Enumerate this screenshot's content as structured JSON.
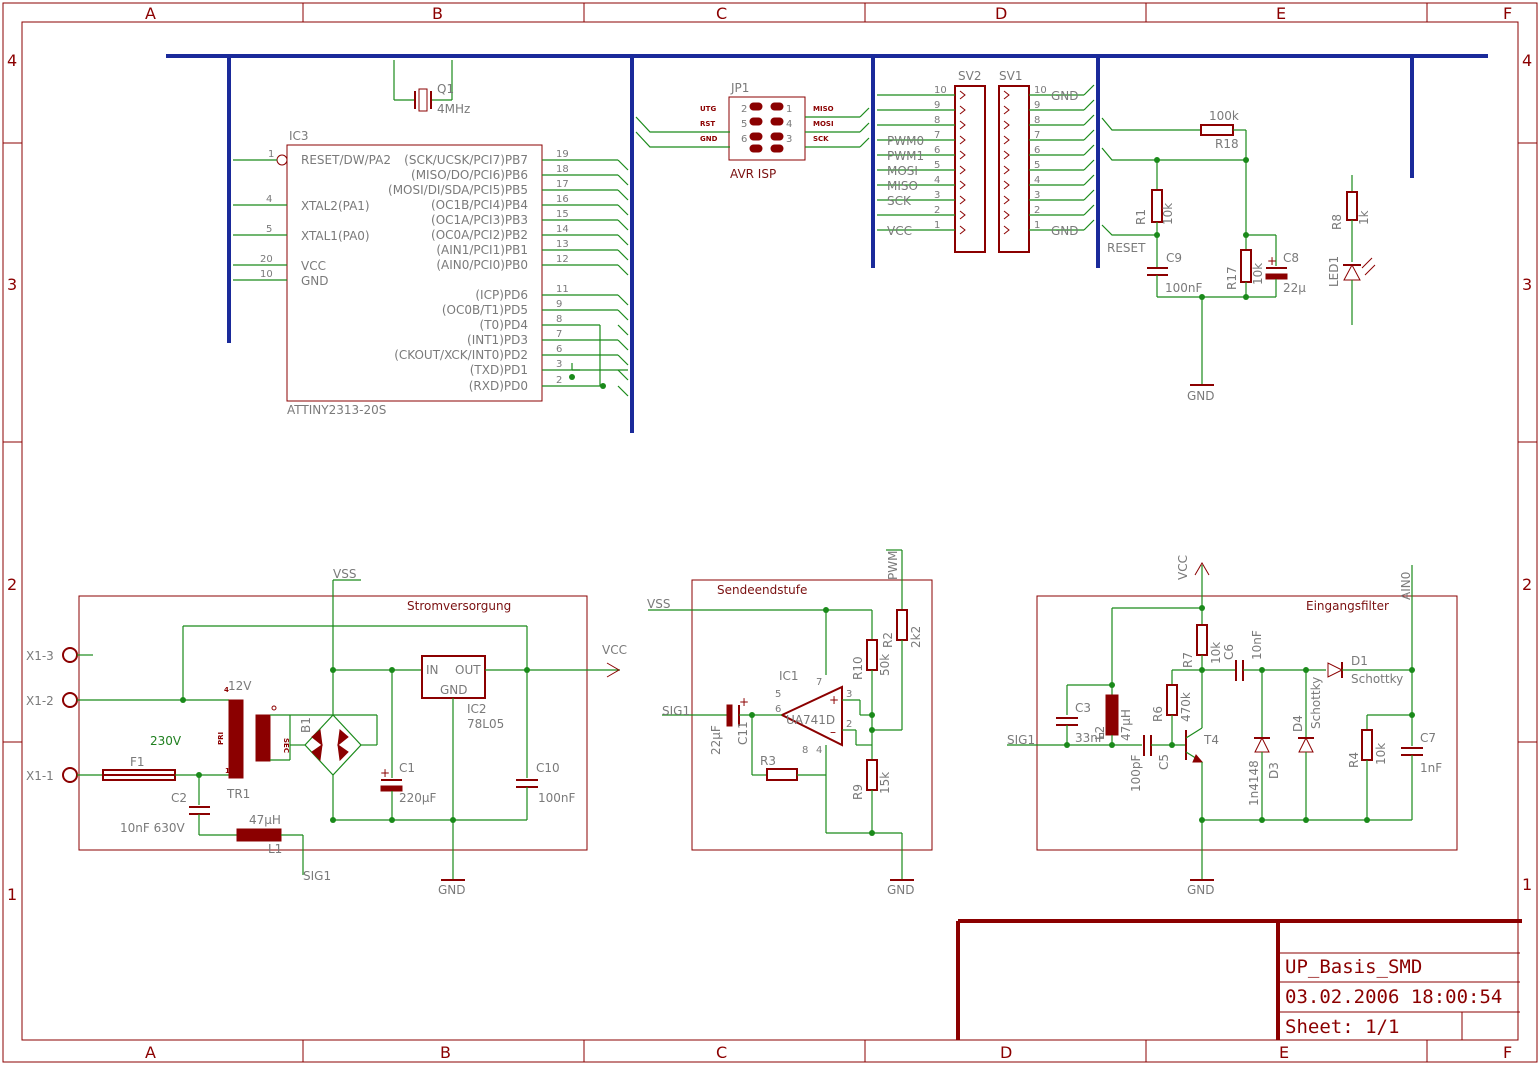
{
  "frame": {
    "columns": [
      "A",
      "B",
      "C",
      "D",
      "E",
      "F"
    ],
    "rows": [
      "4",
      "3",
      "2",
      "1"
    ]
  },
  "title_block": {
    "name": "UP_Basis_SMD",
    "date": "03.02.2006 18:00:54",
    "sheet": "Sheet: 1/1"
  },
  "ic3": {
    "name": "IC3",
    "part": "ATTINY2313-20S",
    "left_pins": [
      {
        "num": "1",
        "label": "RESET/DW/PA2"
      },
      {
        "num": "4",
        "label": "XTAL2(PA1)"
      },
      {
        "num": "5",
        "label": "XTAL1(PA0)"
      },
      {
        "num": "20",
        "label": "VCC"
      },
      {
        "num": "10",
        "label": "GND"
      }
    ],
    "right_pins": [
      {
        "num": "19",
        "label": "(SCK/UCSK/PCI7)PB7"
      },
      {
        "num": "18",
        "label": "(MISO/DO/PCI6)PB6"
      },
      {
        "num": "17",
        "label": "(MOSI/DI/SDA/PCI5)PB5"
      },
      {
        "num": "16",
        "label": "(OC1B/PCI4)PB4"
      },
      {
        "num": "15",
        "label": "(OC1A/PCI3)PB3"
      },
      {
        "num": "14",
        "label": "(OC0A/PCI2)PB2"
      },
      {
        "num": "13",
        "label": "(AIN1/PCI1)PB1"
      },
      {
        "num": "12",
        "label": "(AIN0/PCI0)PB0"
      },
      {
        "num": "11",
        "label": "(ICP)PD6"
      },
      {
        "num": "9",
        "label": "(OC0B/T1)PD5"
      },
      {
        "num": "8",
        "label": "(T0)PD4"
      },
      {
        "num": "7",
        "label": "(INT1)PD3"
      },
      {
        "num": "6",
        "label": "(CKOUT/XCK/INT0)PD2"
      },
      {
        "num": "3",
        "label": "(TXD)PD1"
      },
      {
        "num": "2",
        "label": "(RXD)PD0"
      }
    ]
  },
  "q1": {
    "name": "Q1",
    "value": "4MHz"
  },
  "jp1": {
    "name": "JP1",
    "caption": "AVR ISP",
    "left_labels": [
      "UTG",
      "RST",
      "GND"
    ],
    "right_labels": [
      "MISO",
      "MOSI",
      "SCK"
    ],
    "pins_left": [
      "2",
      "5",
      "6"
    ],
    "pins_right": [
      "1",
      "4",
      "3"
    ]
  },
  "sv2": {
    "name": "SV2",
    "pins": [
      "10",
      "9",
      "8",
      "7",
      "6",
      "5",
      "4",
      "3",
      "2",
      "1"
    ],
    "nets": [
      "",
      "",
      "",
      "PWM0",
      "PWM1",
      "MOSI",
      "MISO",
      "SCK",
      "",
      "VCC"
    ]
  },
  "sv1": {
    "name": "SV1",
    "pins": [
      "10",
      "9",
      "8",
      "7",
      "6",
      "5",
      "4",
      "3",
      "2",
      "1"
    ],
    "nets": [
      "GND",
      "",
      "",
      "",
      "",
      "",
      "",
      "",
      "",
      "GND"
    ]
  },
  "right_top": {
    "r18": {
      "name": "R18",
      "value": "100k"
    },
    "r1": {
      "name": "R1",
      "value": "10k"
    },
    "reset": "RESET",
    "c9": {
      "name": "C9",
      "value": "100nF"
    },
    "r17": {
      "name": "R17",
      "value": "10k"
    },
    "c8": {
      "name": "C8",
      "value": "22µ"
    },
    "gnd": "GND",
    "r8": {
      "name": "R8",
      "value": "1k"
    },
    "led1": "LED1"
  },
  "power": {
    "title": "Stromversorgung",
    "x13": "X1-3",
    "x12": "X1-2",
    "x11": "X1-1",
    "vss": "VSS",
    "vcc": "VCC",
    "gnd": "GND",
    "tr1": "TR1",
    "v12": "12V",
    "v230": "230V",
    "pri": "PRI",
    "sec": "SEC",
    "f1": "F1",
    "c2": "C2",
    "c2v": "10nF 630V",
    "l1": "L1",
    "l1v": "47µH",
    "sig1": "SIG1",
    "b1": "B1",
    "c1": "C1",
    "c1v": "220µF",
    "ic2": "IC2",
    "ic2v": "78L05",
    "in": "IN",
    "out": "OUT",
    "ic2gnd": "GND",
    "c10": "C10",
    "c10v": "100nF"
  },
  "sende": {
    "title": "Sendeendstufe",
    "vss": "VSS",
    "pwm": "PWM",
    "sig1": "SIG1",
    "gnd": "GND",
    "c11": "C11",
    "c11v": "22µF",
    "ic1": "IC1",
    "ic1v": "UA741D",
    "r10": "R10",
    "r10v": "50k",
    "r2": "R2",
    "r2v": "2k2",
    "r9": "R9",
    "r9v": "15k",
    "r3": "R3",
    "opin": [
      "5",
      "6",
      "3",
      "2",
      "7",
      "8",
      "4"
    ]
  },
  "filter": {
    "title": "Eingangsfilter",
    "vcc": "VCC",
    "ain0": "AIN0",
    "sig1": "SIG1",
    "gnd": "GND",
    "c3": "C3",
    "c3v": "33nF",
    "l2": "L2",
    "l2v": "47µH",
    "r6": "R6",
    "r6v": "470k",
    "r7": "R7",
    "r7v": "10k",
    "c5": "C5",
    "c5v": "100pF",
    "t4": "T4",
    "c6": "C6",
    "c6v": "10nF",
    "d1": "D1",
    "d1v": "Schottky",
    "d3": "D3",
    "d3v": "1n4148",
    "d4": "D4",
    "d4v": "Schottky",
    "r4": "R4",
    "r4v": "10k",
    "c7": "C7",
    "c7v": "1nF"
  }
}
